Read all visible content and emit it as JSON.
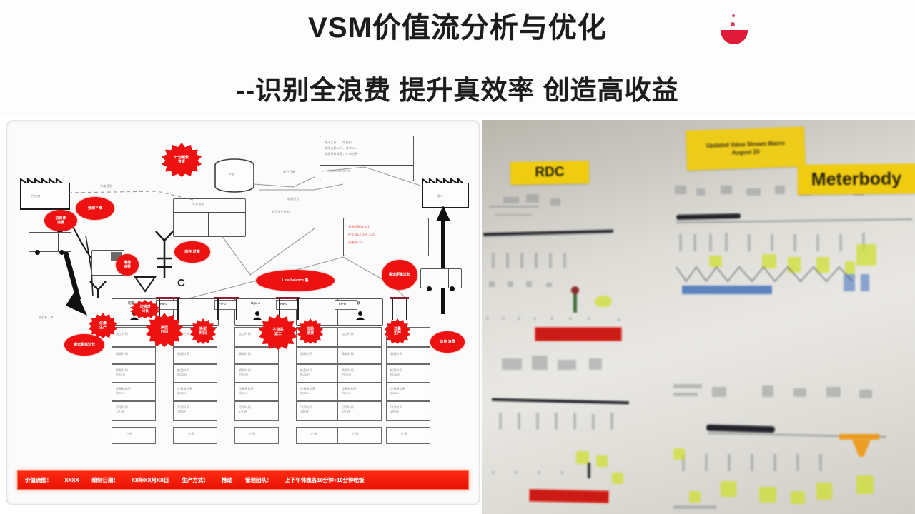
{
  "header": {
    "title": "VSM价值流分析与优化",
    "subtitle": "--识别全浪费 提升真效率 创造高收益",
    "watermark_icon": "red-bird-logo",
    "text_color": "#1c1c1c"
  },
  "left_panel": {
    "name": "value-stream-map-drawing",
    "description": "手绘价值流程图 (VSM current state map)",
    "supplier_label": "供应商",
    "customer_label": "客户",
    "control_box_label": "生产控制",
    "forecast_label": "月度预测",
    "order_label": "每日订单",
    "fifo_labels": [
      "FIFO",
      "FIFO",
      "FIFO",
      "FIFO"
    ],
    "info_box_1": "每天工作一一两班制\n每班出勤12人，其中3人\n每班间歇休息，产20分钟",
    "info_box_2": "节拍时间=4.1秒\n作业员2人/2班→2人\n总效率=7%",
    "callouts": [
      {
        "label": "计划频繁\n变更",
        "shape": "star"
      },
      {
        "label": "预测不准",
        "shape": "star"
      },
      {
        "label": "信息传\n递慢",
        "shape": "ellipse"
      },
      {
        "label": "库存\n过高",
        "shape": "ellipse"
      },
      {
        "label": "等待\n浪费",
        "shape": "ellipse"
      },
      {
        "label": "搬运距离过长",
        "shape": "ellipse"
      },
      {
        "label": "Line balance 差",
        "shape": "ellipse"
      },
      {
        "label": "切换时\n间长",
        "shape": "star"
      },
      {
        "label": "换型\n时间",
        "shape": "star"
      },
      {
        "label": "换型\n时间",
        "shape": "star"
      },
      {
        "label": "不良品\n返工",
        "shape": "star"
      },
      {
        "label": "检验\n浪费",
        "shape": "star"
      },
      {
        "label": "过量\n生产",
        "shape": "ellipse"
      },
      {
        "label": "动作\n浪费",
        "shape": "ellipse"
      }
    ],
    "banner": {
      "background": "#ee1b05",
      "items": [
        "价值流图：",
        "XXXX",
        "绘制日期：",
        "XX年XX月XX日",
        "生产方式：",
        "推动",
        "管理团队：",
        "上下午休息各10分钟+10分钟吃饭"
      ]
    }
  },
  "right_panel": {
    "name": "whiteboard-photo",
    "description": "会议室白板上的价值流图照片",
    "sticky_labels": [
      {
        "text": "RDC",
        "color": "#f0cc11"
      },
      {
        "text": "Updated Value Stream Macro\nAugust 20",
        "color": "#f0cc11"
      },
      {
        "text": "Meterbody",
        "color": "#f0cc11"
      }
    ],
    "markers": {
      "red_bar": "#cc1a14",
      "blue_bar": "#5d83bf",
      "orange_mark": "#f0970f",
      "green_notes": "#cfe02a"
    }
  }
}
